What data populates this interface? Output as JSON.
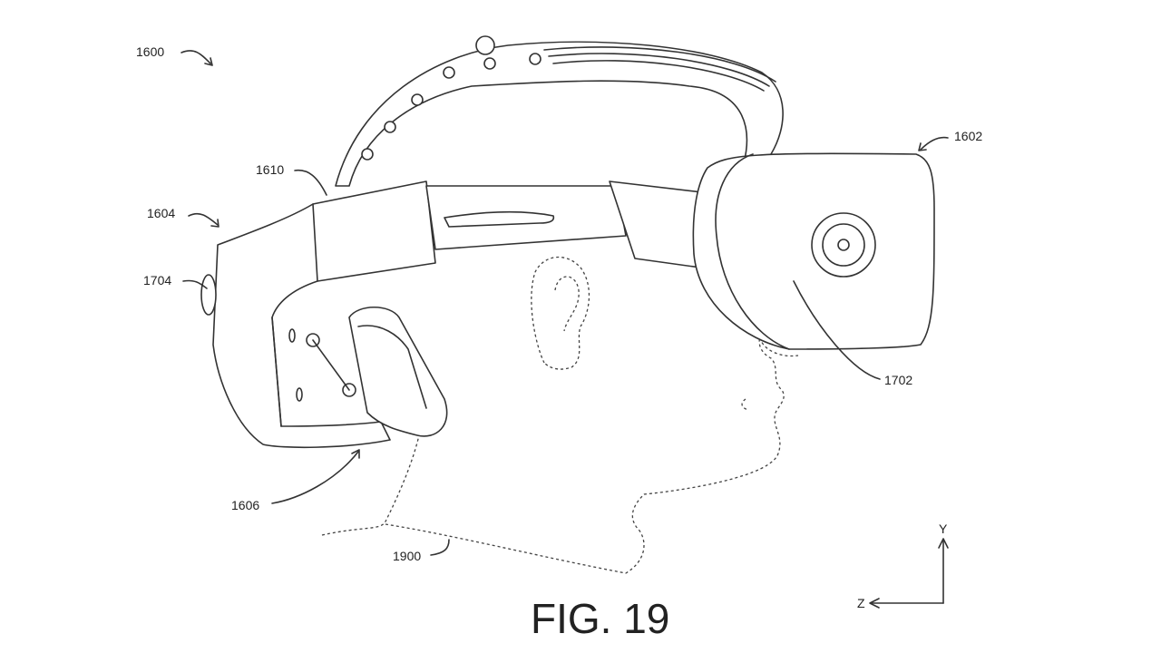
{
  "figure": {
    "title": "FIG. 19",
    "reference_labels": {
      "r1600": "1600",
      "r1602": "1602",
      "r1604": "1604",
      "r1610": "1610",
      "r1704": "1704",
      "r1606": "1606",
      "r1900": "1900",
      "r1702": "1702"
    },
    "axes": {
      "y": "Y",
      "z": "Z"
    }
  }
}
